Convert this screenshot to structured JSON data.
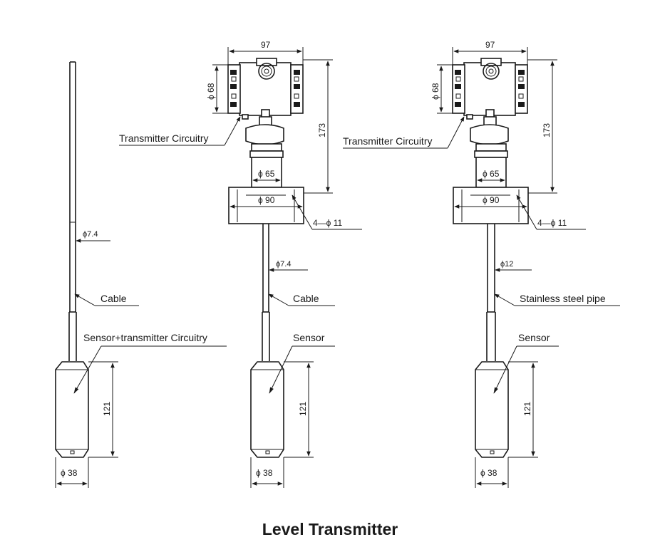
{
  "title": "Level Transmitter",
  "variants": [
    {
      "name": "cable-integrated",
      "labels": {
        "sensor": "Sensor+transmitter Circuitry",
        "cable": "Cable"
      },
      "dims": {
        "pipe_diameter": "ϕ7.4",
        "sensor_length": "121",
        "sensor_diameter": "ϕ 38"
      }
    },
    {
      "name": "flange-cable",
      "labels": {
        "head": "Transmitter Circuitry",
        "cable": "Cable",
        "sensor": "Sensor"
      },
      "dims": {
        "head_width": "97",
        "head_diameter": "ϕ 68",
        "head_height": "173",
        "neck_diameter": "ϕ 65",
        "flange_diameter": "ϕ 90",
        "bolt_holes": "4—ϕ 11",
        "pipe_diameter": "ϕ7.4",
        "sensor_length": "121",
        "sensor_diameter": "ϕ 38"
      }
    },
    {
      "name": "flange-pipe",
      "labels": {
        "head": "Transmitter Circuitry",
        "pipe": "Stainless steel pipe",
        "sensor": "Sensor"
      },
      "dims": {
        "head_width": "97",
        "head_diameter": "ϕ 68",
        "head_height": "173",
        "neck_diameter": "ϕ 65",
        "flange_diameter": "ϕ 90",
        "bolt_holes": "4—ϕ 11",
        "pipe_diameter": "ϕ12",
        "sensor_length": "121",
        "sensor_diameter": "ϕ 38"
      }
    }
  ]
}
